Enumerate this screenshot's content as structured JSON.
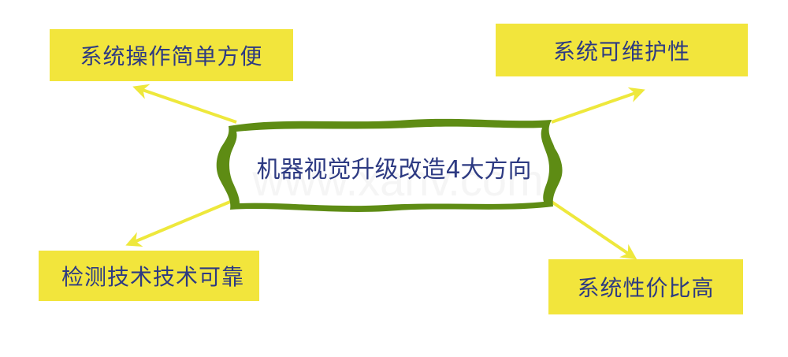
{
  "center": {
    "label": "机器视觉升级改造4大方向"
  },
  "branches": [
    {
      "label": "系统操作简单方便"
    },
    {
      "label": "系统可维护性"
    },
    {
      "label": "检测技术技术可靠"
    },
    {
      "label": "系统性价比高"
    }
  ],
  "watermark": "www.xanv.com",
  "colors": {
    "box_fill": "#f2e53c",
    "arrow": "#eee83c",
    "frame_green": "#5e8c14",
    "text": "#2d3a82"
  }
}
